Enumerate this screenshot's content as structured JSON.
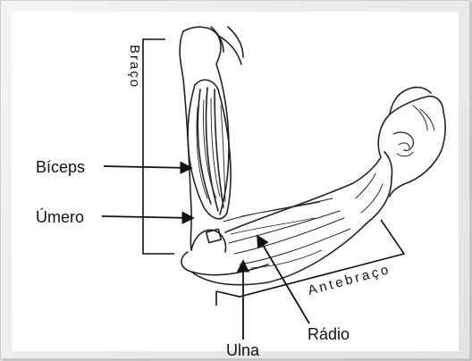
{
  "labels": {
    "biceps": "Bíceps",
    "umero": "Úmero",
    "radio": "Rádio",
    "ulna": "Ulna"
  },
  "regions": {
    "braco": "Braço",
    "antebraco": "Antebraço"
  }
}
